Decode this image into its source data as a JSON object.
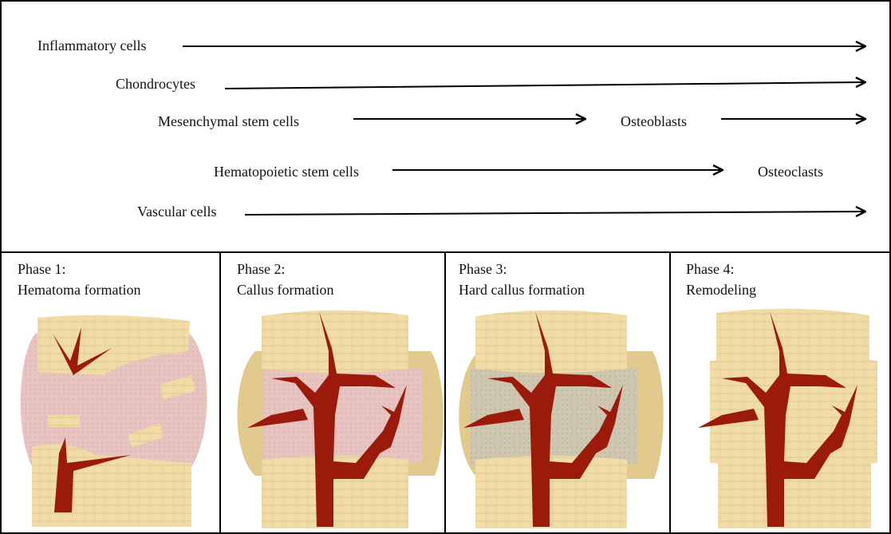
{
  "cell_lineages": [
    {
      "label": "Inflammatory cells"
    },
    {
      "label": "Chondrocytes"
    },
    {
      "label": "Mesenchymal stem cells",
      "product": "Osteoblasts"
    },
    {
      "label": "Hematopoietic stem cells",
      "product": "Osteoclasts"
    },
    {
      "label": "Vascular cells"
    }
  ],
  "phases": [
    {
      "number": "Phase 1:",
      "name": "Hematoma formation"
    },
    {
      "number": "Phase 2:",
      "name": "Callus formation"
    },
    {
      "number": "Phase 3:",
      "name": "Hard callus formation"
    },
    {
      "number": "Phase 4:",
      "name": "Remodeling"
    }
  ],
  "colors": {
    "bone": "#f0dca4",
    "bone_stripe": "#d9c68e",
    "vessel": "#9b1a0c",
    "hematoma": "#e8c4c0",
    "soft_callus": "#e2c98e",
    "hard_callus": "#cfc6b0",
    "arrow": "#000000"
  }
}
